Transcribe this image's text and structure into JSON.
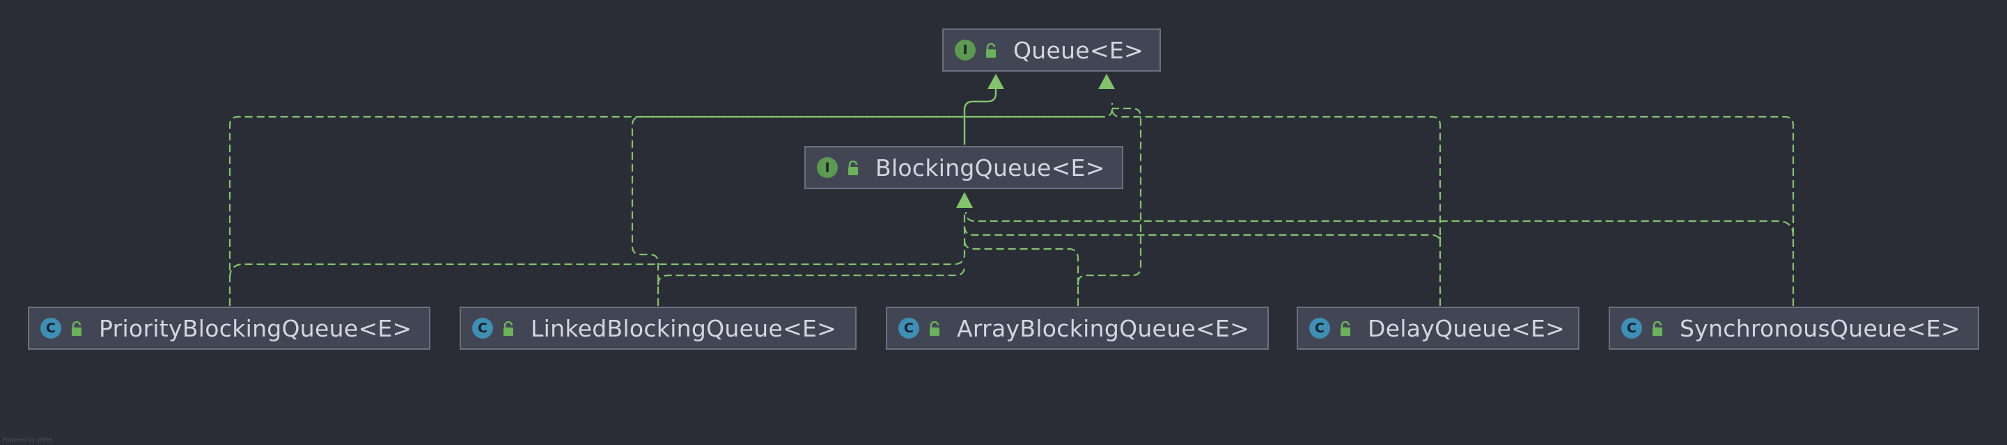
{
  "colors": {
    "background": "#2b2d36",
    "node_fill": "#424654",
    "node_border": "#6b7080",
    "node_text": "#d3d6de",
    "interface_badge": "#5b9a50",
    "class_badge": "#3d8fb5",
    "lock_icon": "#6bb35b",
    "arrow": "#82c46c"
  },
  "nodes": {
    "queue": {
      "label": "Queue<E>",
      "kind": "I",
      "kind_icon": "interface-icon",
      "lock_icon": "lock-open-icon"
    },
    "blocking": {
      "label": "BlockingQueue<E>",
      "kind": "I",
      "kind_icon": "interface-icon",
      "lock_icon": "lock-open-icon"
    },
    "priority": {
      "label": "PriorityBlockingQueue<E>",
      "kind": "C",
      "kind_icon": "class-icon",
      "lock_icon": "lock-open-icon"
    },
    "linked": {
      "label": "LinkedBlockingQueue<E>",
      "kind": "C",
      "kind_icon": "class-icon",
      "lock_icon": "lock-open-icon"
    },
    "array": {
      "label": "ArrayBlockingQueue<E>",
      "kind": "C",
      "kind_icon": "class-icon",
      "lock_icon": "lock-open-icon"
    },
    "delay": {
      "label": "DelayQueue<E>",
      "kind": "C",
      "kind_icon": "class-icon",
      "lock_icon": "lock-open-icon"
    },
    "synchronous": {
      "label": "SynchronousQueue<E>",
      "kind": "C",
      "kind_icon": "class-icon",
      "lock_icon": "lock-open-icon"
    }
  },
  "edges": [
    {
      "from": "blocking",
      "to": "queue",
      "style": "extends"
    },
    {
      "from": "priority",
      "to": "queue",
      "style": "implements"
    },
    {
      "from": "linked",
      "to": "queue",
      "style": "implements"
    },
    {
      "from": "array",
      "to": "queue",
      "style": "implements"
    },
    {
      "from": "delay",
      "to": "queue",
      "style": "implements"
    },
    {
      "from": "synchronous",
      "to": "queue",
      "style": "implements"
    },
    {
      "from": "priority",
      "to": "blocking",
      "style": "implements"
    },
    {
      "from": "linked",
      "to": "blocking",
      "style": "implements"
    },
    {
      "from": "array",
      "to": "blocking",
      "style": "implements"
    },
    {
      "from": "delay",
      "to": "blocking",
      "style": "implements"
    },
    {
      "from": "synchronous",
      "to": "blocking",
      "style": "implements"
    }
  ],
  "watermark": "Powered by yFiles"
}
